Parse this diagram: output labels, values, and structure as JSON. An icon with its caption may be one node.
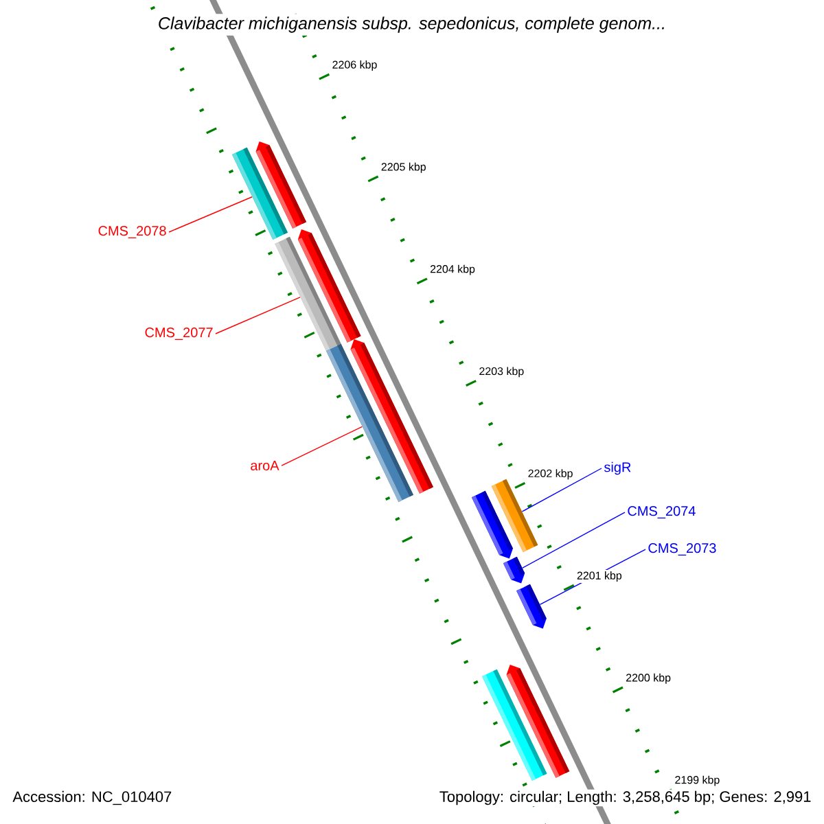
{
  "diagram": {
    "title": "Clavibacter michiganensis subsp. sepedonicus, complete genom...",
    "nodes": [
      {
        "text": [
          "CMS_2078"
        ]
      },
      {
        "text": [
          "CMS_2077"
        ]
      },
      {
        "text": [
          "aroA"
        ]
      },
      {
        "text": [
          "sigR"
        ]
      },
      {
        "text": [
          "CMS_2074"
        ]
      },
      {
        "text": [
          "CMS_2073"
        ]
      },
      {
        "text": [],
        "shape": "bar"
      },
      {
        "text": [],
        "shape": "bar"
      },
      {
        "text": [],
        "shape": "bar"
      },
      {
        "text": [],
        "shape": "bar"
      },
      {
        "text": [],
        "shape": "bar"
      },
      {
        "text": [],
        "shape": "bar"
      },
      {
        "text": [],
        "shape": "bar"
      },
      {
        "text": [],
        "shape": "bar"
      },
      {
        "text": [],
        "shape": "bar"
      },
      {
        "text": [],
        "shape": "bar"
      },
      {
        "text": [],
        "shape": "bar"
      },
      {
        "text": [],
        "shape": "bar"
      }
    ],
    "edges": [
      {
        "from": 0,
        "to": 6,
        "arrow": "none",
        "color": "#ff0000"
      },
      {
        "from": 1,
        "to": 8,
        "arrow": "none",
        "color": "#ff0000"
      },
      {
        "from": 2,
        "to": 10,
        "arrow": "none",
        "color": "#ff0000"
      },
      {
        "from": 3,
        "to": 13,
        "arrow": "none",
        "color": "#0000ff"
      },
      {
        "from": 4,
        "to": 14,
        "arrow": "none",
        "color": "#0000ff"
      },
      {
        "from": 5,
        "to": 15,
        "arrow": "none",
        "color": "#0000ff"
      }
    ],
    "labels": [
      "2206 kbp",
      "2205 kbp",
      "2204 kbp",
      "2203 kbp",
      "2202 kbp",
      "2201 kbp",
      "2200 kbp",
      "2199 kbp",
      "Accession: NC_010407",
      "Topology: circular; Length: 3,258,645 bp; Genes: 2,991"
    ]
  }
}
